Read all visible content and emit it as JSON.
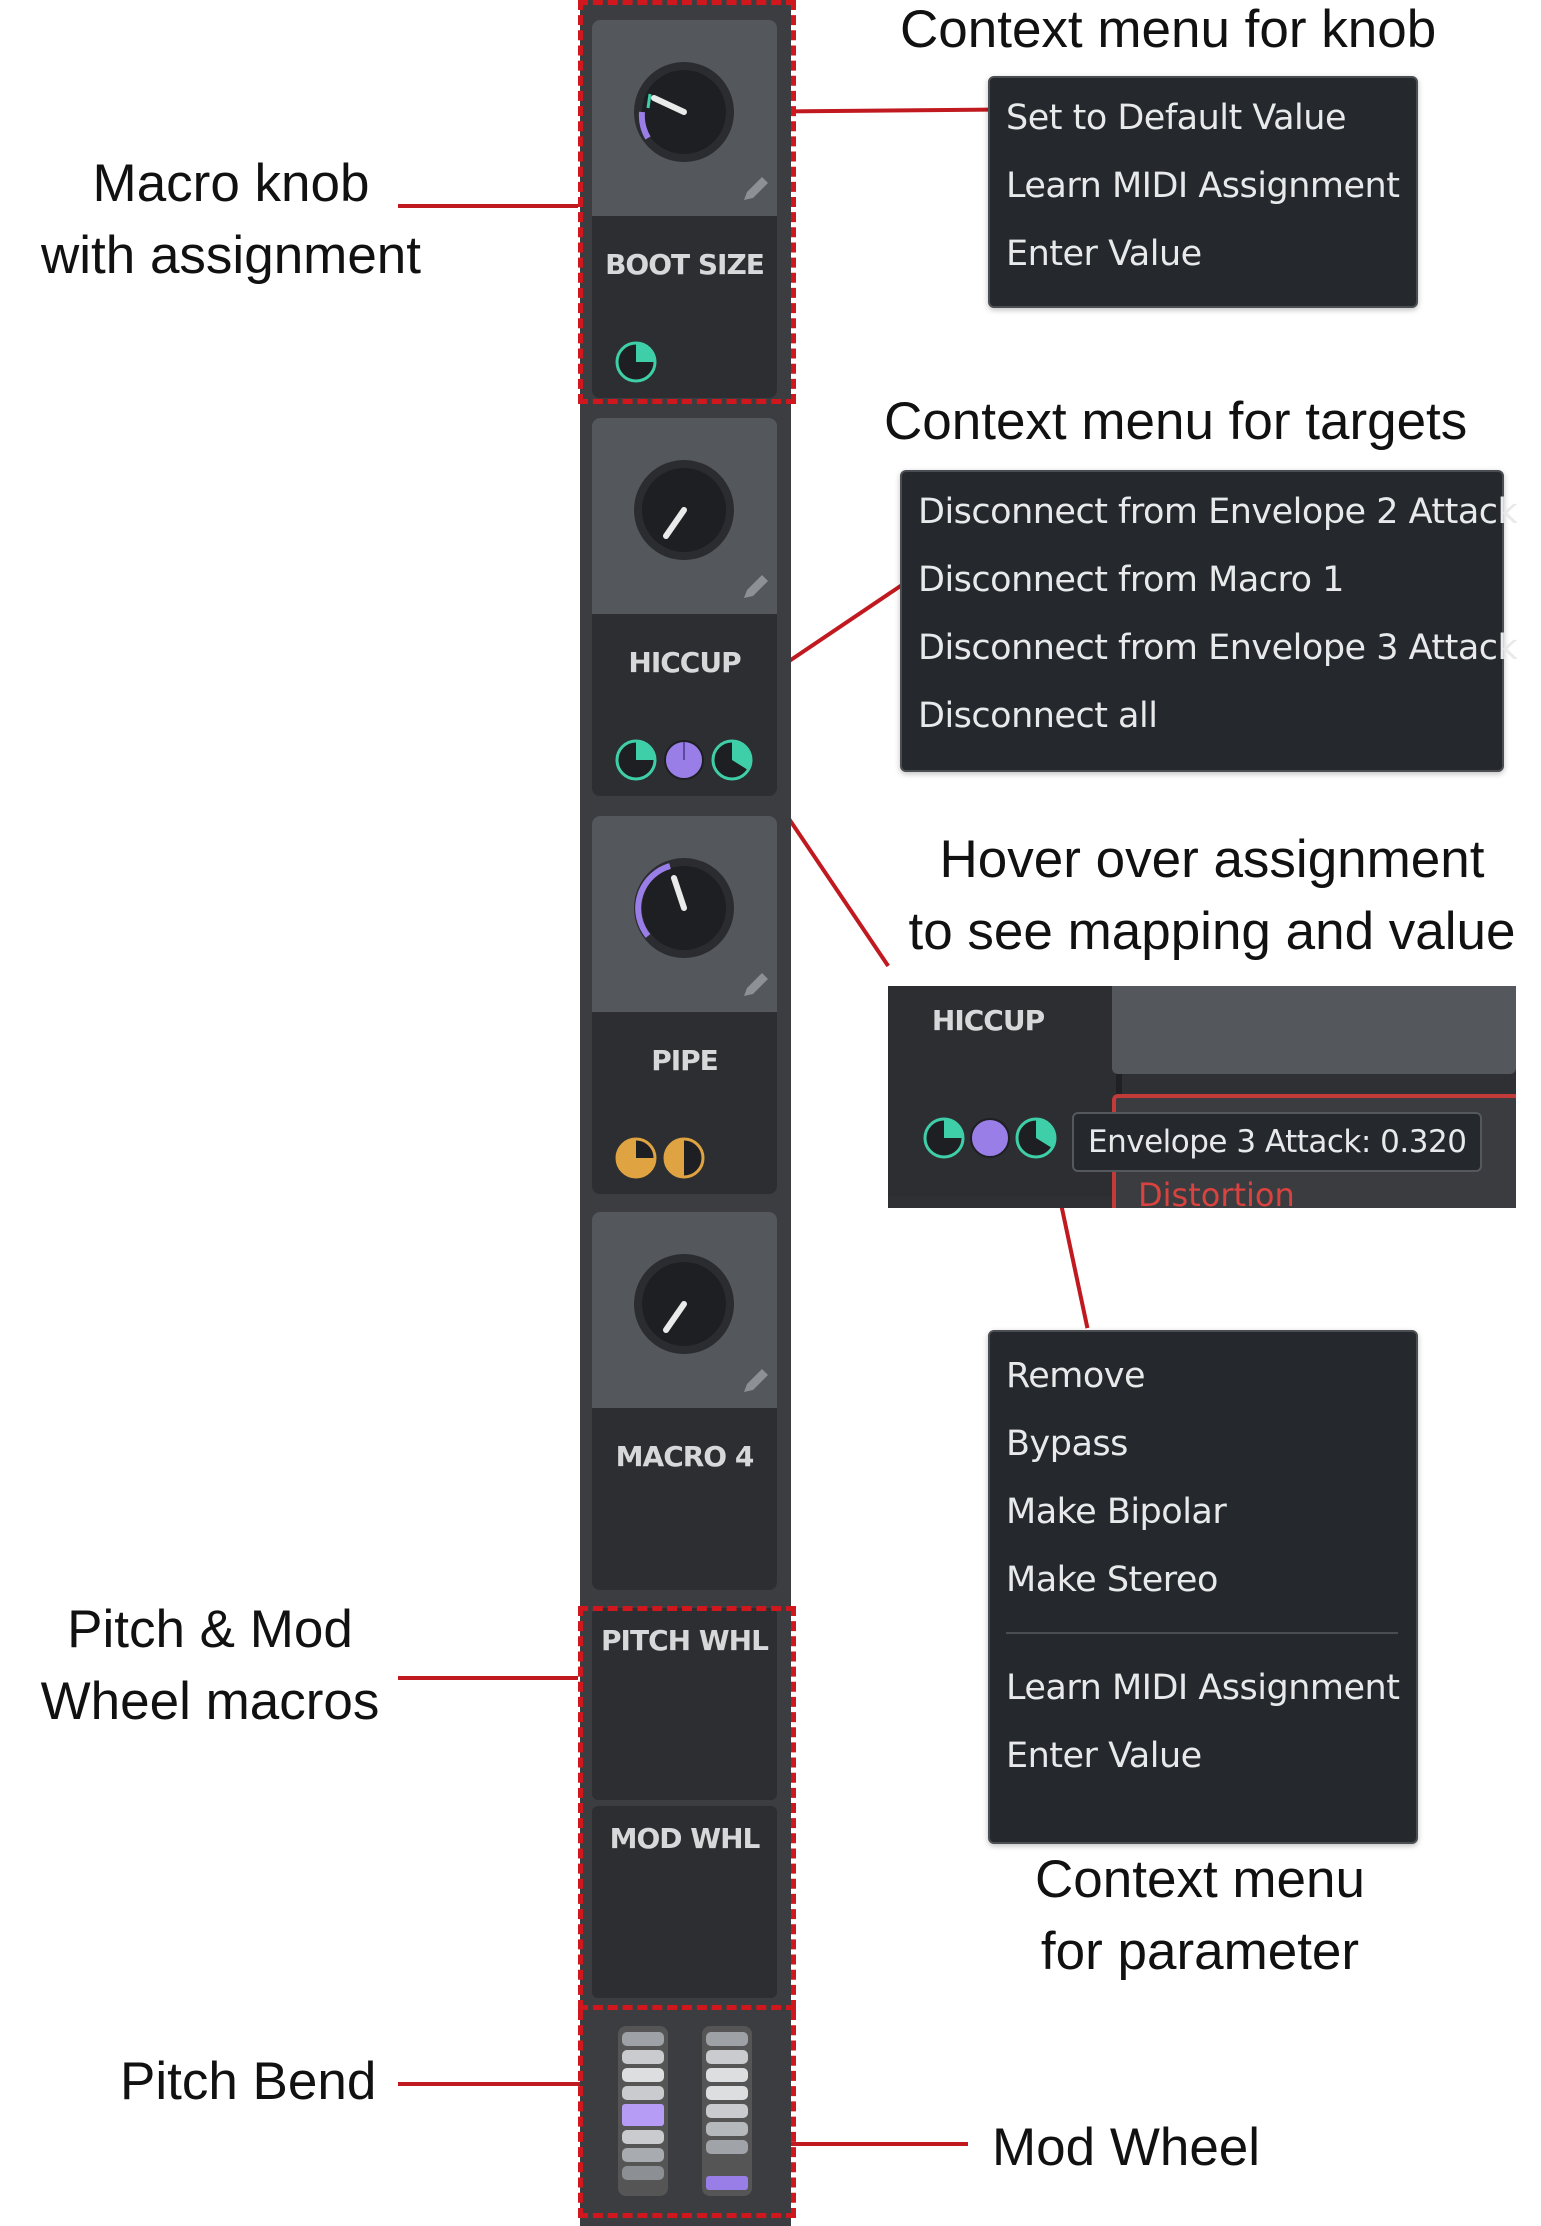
{
  "annotations": {
    "knob_menu_heading": "Context menu for knob",
    "macro_knob_line1": "Macro knob",
    "macro_knob_line2": "with assignment",
    "targets_menu_heading": "Context menu for targets",
    "hover_line1": "Hover over assignment",
    "hover_line2": "to see mapping and value",
    "pitch_mod_line1": "Pitch & Mod",
    "pitch_mod_line2": "Wheel macros",
    "param_menu_line1": "Context menu",
    "param_menu_line2": "for parameter",
    "pitch_bend": "Pitch Bend",
    "mod_wheel": "Mod Wheel"
  },
  "macros": [
    {
      "label": "BOOT SIZE",
      "icons": [
        "pencil-icon"
      ]
    },
    {
      "label": "HICCUP",
      "icons": [
        "pencil-icon"
      ]
    },
    {
      "label": "PIPE",
      "icons": [
        "pencil-icon"
      ]
    },
    {
      "label": "MACRO 4",
      "icons": [
        "pencil-icon"
      ]
    }
  ],
  "wheels": {
    "pitch_label": "PITCH WHL",
    "mod_label": "MOD WHL"
  },
  "menus": {
    "knob": [
      "Set to Default Value",
      "Learn MIDI Assignment",
      "Enter Value"
    ],
    "targets": [
      "Disconnect from Envelope 2 Attack",
      "Disconnect from Macro 1",
      "Disconnect from Envelope 3 Attack",
      "Disconnect all"
    ],
    "parameter_group1": [
      "Remove",
      "Bypass",
      "Make Bipolar",
      "Make Stereo"
    ],
    "parameter_group2": [
      "Learn MIDI Assignment",
      "Enter Value"
    ]
  },
  "hover_inset": {
    "label": "HICCUP",
    "tooltip": "Envelope 3 Attack: 0.320",
    "partial_text": "Distortion"
  },
  "colors": {
    "accent_red": "#c0191f",
    "teal": "#3fcfa8",
    "purple": "#9a7ee8",
    "gold": "#e0a341",
    "panel": "#2c2e31"
  }
}
